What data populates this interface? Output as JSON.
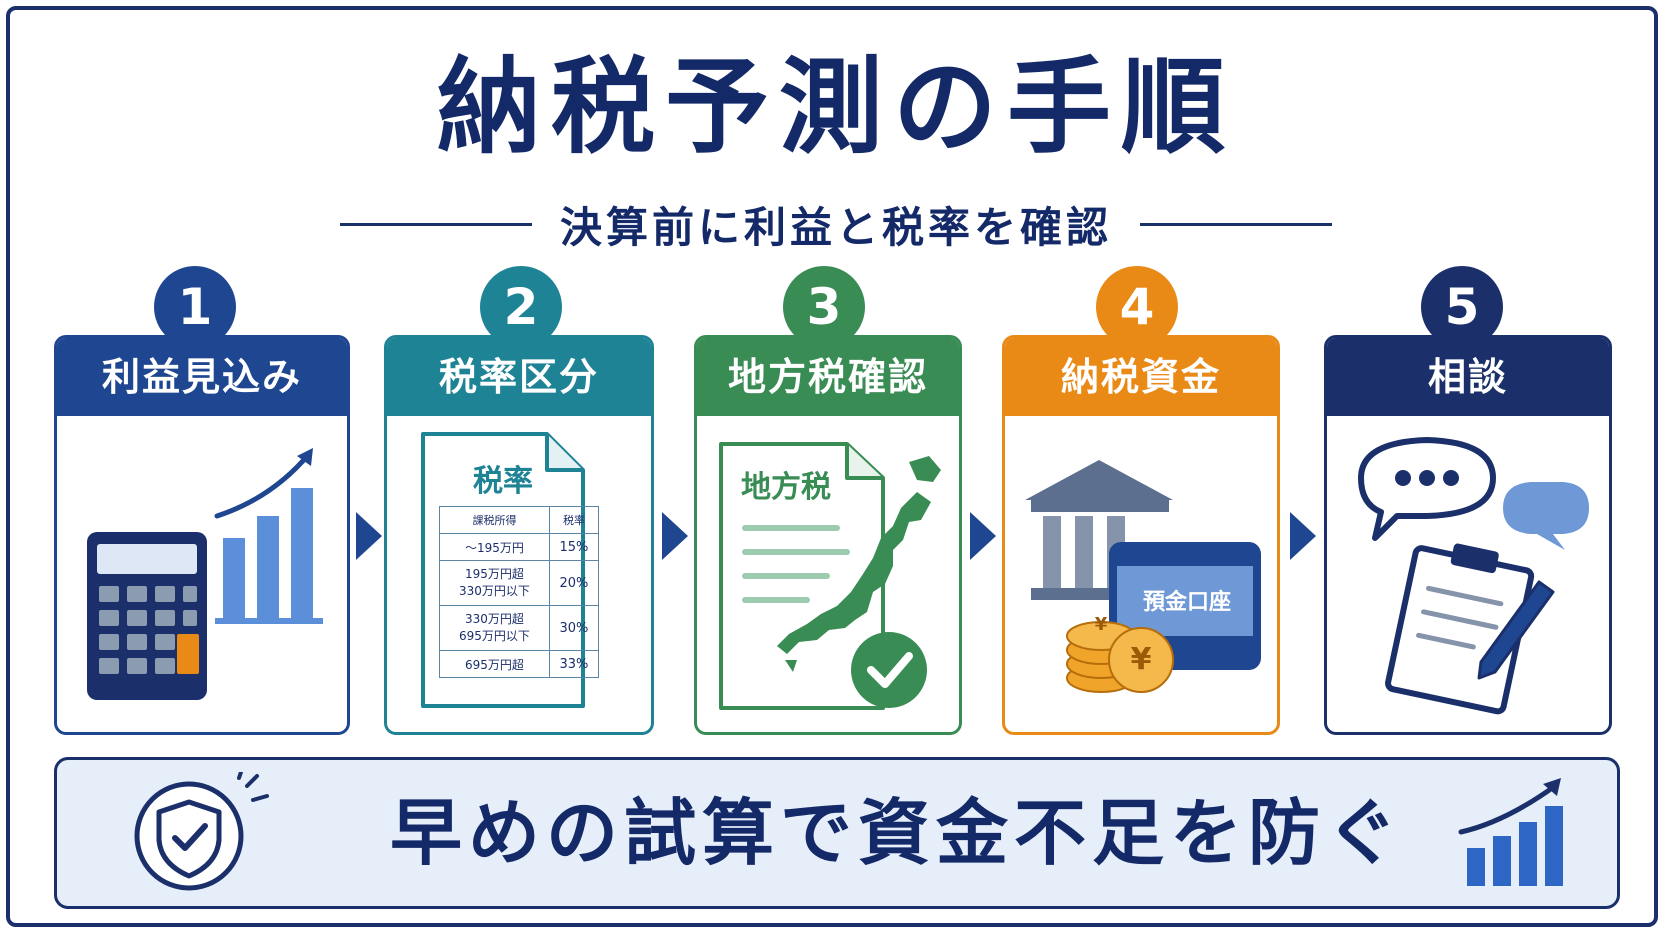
{
  "title": "納税予測の手順",
  "subtitle": "決算前に利益と税率を確認",
  "steps": [
    {
      "number": "1",
      "label": "利益見込み",
      "color": "#1f4690"
    },
    {
      "number": "2",
      "label": "税率区分",
      "color": "#1f8396"
    },
    {
      "number": "3",
      "label": "地方税確認",
      "color": "#3a8c55"
    },
    {
      "number": "4",
      "label": "納税資金",
      "color": "#e98a17"
    },
    {
      "number": "5",
      "label": "相談",
      "color": "#1b2f6b"
    }
  ],
  "tax_doc": {
    "heading": "税率",
    "col_income": "課税所得",
    "col_rate": "税率",
    "rows": [
      {
        "income": "～195万円",
        "rate": "15%"
      },
      {
        "income": "195万円超\n330万円以下",
        "rate": "20%"
      },
      {
        "income": "330万円超\n695万円以下",
        "rate": "30%"
      },
      {
        "income": "695万円超",
        "rate": "33%"
      }
    ]
  },
  "local_doc": {
    "heading": "地方税"
  },
  "bank_card": {
    "label": "預金口座"
  },
  "yen_symbol": "¥",
  "bottom_message": "早めの試算で資金不足を防ぐ",
  "colors": {
    "navy": "#1b2f6b",
    "accent_blue": "#4b7fd0",
    "light_bg": "#e6eef9"
  }
}
